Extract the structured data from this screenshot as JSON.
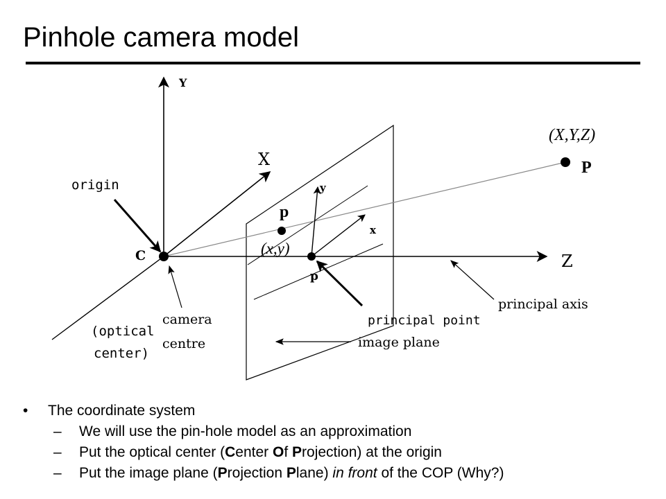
{
  "slide": {
    "title": "Pinhole camera model"
  },
  "diagram": {
    "axis_Y": "Y",
    "axis_X": "X",
    "axis_Z": "Z",
    "point_world_coords": "(X,Y,Z)",
    "point_world_label": "P",
    "point_image_label": "p",
    "point_image_coords": "(x,y)",
    "image_axis_y": "y",
    "image_axis_x": "x",
    "camera_center_label": "C",
    "principal_point_label": "p",
    "origin_annotation": "origin",
    "optical_center_annotation_line1": "(optical",
    "optical_center_annotation_line2": "center)",
    "camera_centre_line1": "camera",
    "camera_centre_line2": "centre",
    "principal_point_annotation": "principal point",
    "principal_axis_label": "principal axis",
    "image_plane_label": "image plane"
  },
  "bullets": {
    "main": "The coordinate system",
    "sub1": "We will use the pin-hole model as an approximation",
    "sub2": {
      "t1": "Put the optical center (",
      "b1": "C",
      "t2": "enter ",
      "b2": "O",
      "t3": "f ",
      "b3": "P",
      "t4": "rojection) at the origin"
    },
    "sub3": {
      "t1": "Put the image plane (",
      "b1": "P",
      "t2": "rojection ",
      "b2": "P",
      "t3": "lane) ",
      "i1": "in front",
      "t4": " of the COP (Why?)"
    }
  }
}
